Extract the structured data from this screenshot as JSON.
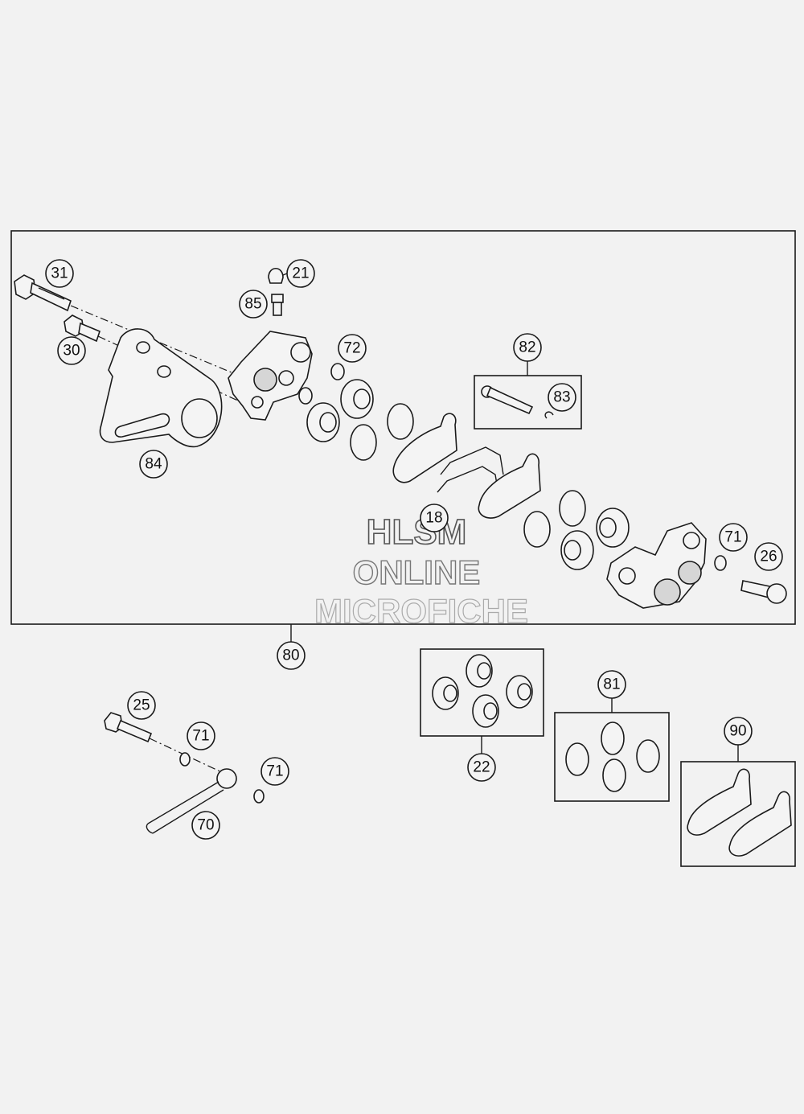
{
  "callouts": {
    "c31": "31",
    "c21": "21",
    "c85": "85",
    "c30": "30",
    "c72": "72",
    "c82": "82",
    "c83": "83",
    "c84": "84",
    "c18": "18",
    "c71a": "71",
    "c26": "26",
    "c80": "80",
    "c25": "25",
    "c71b": "71",
    "c71c": "71",
    "c70": "70",
    "c22": "22",
    "c81": "81",
    "c90": "90"
  },
  "watermark": {
    "line1": "HLSM",
    "line2": "ONLINE",
    "line3": "MICROFICHE"
  }
}
